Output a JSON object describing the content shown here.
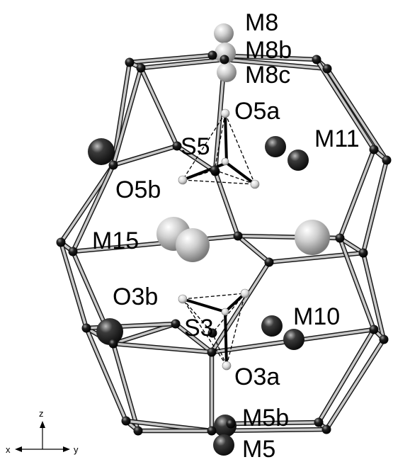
{
  "labels": {
    "m8": "M8",
    "m8b": "M8b",
    "m8c": "M8c",
    "o5a": "O5a",
    "s5": "S5",
    "m11": "M11",
    "o5b": "O5b",
    "m15": "M15",
    "o3b": "O3b",
    "m10": "M10",
    "s3": "S3",
    "o3a": "O3a",
    "m5b": "M5b",
    "m5": "M5"
  },
  "axes": {
    "x": "x",
    "y": "y",
    "z": "z"
  }
}
